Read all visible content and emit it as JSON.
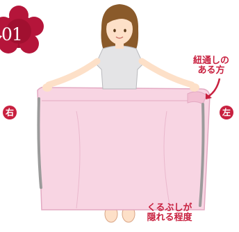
{
  "step": {
    "number": "01"
  },
  "sides": {
    "right": "右",
    "left": "左"
  },
  "annotations": {
    "tie_loop_side": {
      "line1": "紐通しの",
      "line2": "ある方"
    },
    "length_hint": {
      "line1": "くるぶしが",
      "line2": "隠れる程度"
    }
  },
  "colors": {
    "accent": "#c8203f",
    "badge": "#a11030",
    "cloth": "#f8d5e3",
    "cloth_edge": "#e3a9c2",
    "ties": "#9b9b9b",
    "shirt": "#e4e4e6",
    "pants": "#b9bcc0",
    "hair": "#8a5a2a",
    "skin": "#fde0c8"
  },
  "icons": {
    "flower_badge": "flower-badge-icon",
    "arrow": "arrow-icon"
  }
}
